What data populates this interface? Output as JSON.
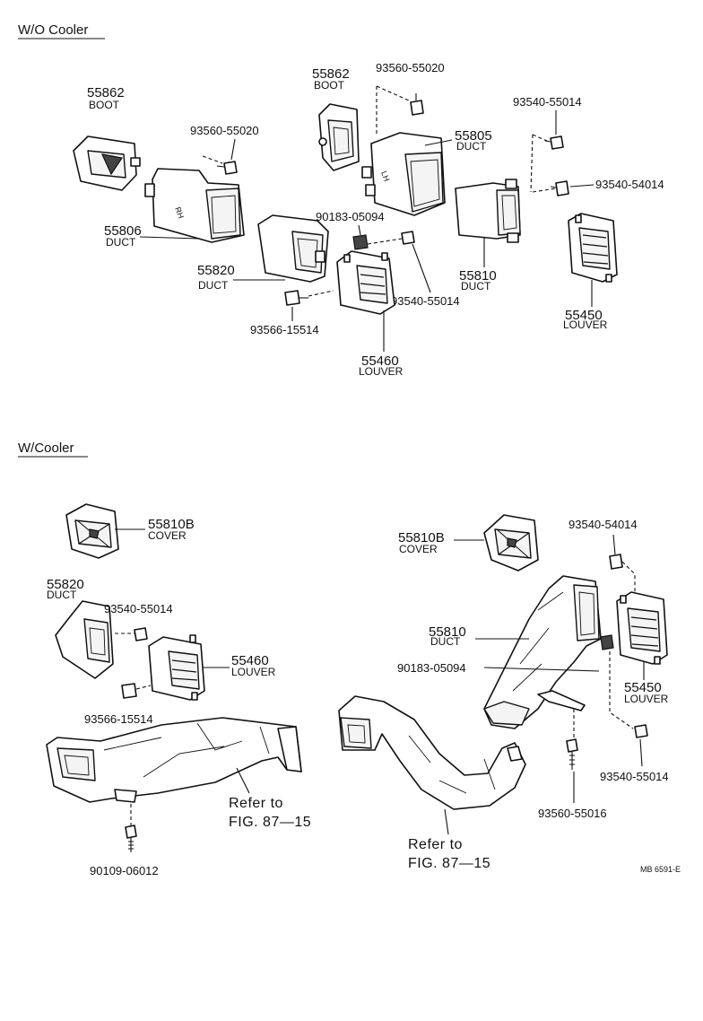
{
  "sections": {
    "without_cooler": "W/O Cooler",
    "with_cooler": "W/Cooler"
  },
  "wo": {
    "boot_left": {
      "number": "55862",
      "name": "BOOT"
    },
    "boot_right": {
      "number": "55862",
      "name": "BOOT"
    },
    "duct_55806": {
      "number": "55806",
      "name": "DUCT"
    },
    "duct_55805": {
      "number": "55805",
      "name": "DUCT"
    },
    "duct_55820": {
      "number": "55820",
      "name": "DUCT"
    },
    "duct_55810": {
      "number": "55810",
      "name": "DUCT"
    },
    "louver_55460": {
      "number": "55460",
      "name": "LOUVER"
    },
    "louver_55450": {
      "number": "55450",
      "name": "LOUVER"
    },
    "screw_a": "93560-55020",
    "screw_b": "93560-55020",
    "screw_c": "93540-55014",
    "screw_d": "93540-54014",
    "clip": "90183-05094",
    "screw_e": "93540-55014",
    "screw_f": "93566-15514",
    "stamp_rh": "RH",
    "stamp_lh": "LH"
  },
  "wc": {
    "cover_left": {
      "number": "55810B",
      "name": "COVER"
    },
    "cover_right": {
      "number": "55810B",
      "name": "COVER"
    },
    "duct_55820": {
      "number": "55820",
      "name": "DUCT"
    },
    "duct_55810": {
      "number": "55810",
      "name": "DUCT"
    },
    "louver_55460": {
      "number": "55460",
      "name": "LOUVER"
    },
    "louver_55450": {
      "number": "55450",
      "name": "LOUVER"
    },
    "screw_a": "93540-55014",
    "screw_b": "93566-15514",
    "screw_c": "90109-06012",
    "screw_d": "93540-54014",
    "clip": "90183-05094",
    "screw_e": "93540-55014",
    "screw_f": "93560-55016",
    "refer_left": [
      "Refer to",
      "FIG. 87—15"
    ],
    "refer_right": [
      "Refer to",
      "FIG. 87—15"
    ],
    "code": "MB 6591-E"
  }
}
